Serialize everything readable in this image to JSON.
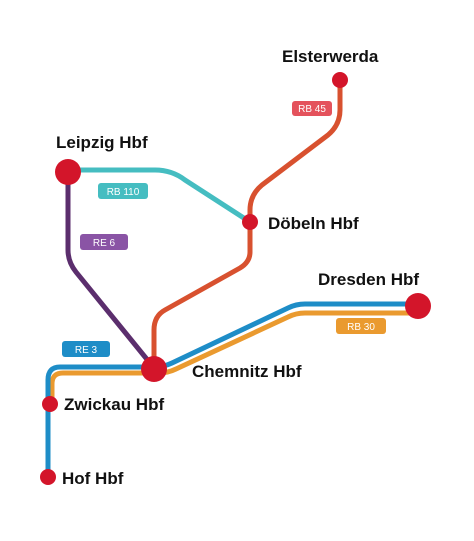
{
  "colors": {
    "background": "#ffffff",
    "station": "#d3152a",
    "label": "#111111",
    "rb45": "#d8512f",
    "rb110": "#45bdc1",
    "re6": "#5b2e6d",
    "re3": "#1e8dc7",
    "rb30": "#ea9a2f",
    "rb45_badge": "#e4525c",
    "re6_badge": "#8a54a5"
  },
  "stations": {
    "elsterwerda": "Elsterwerda",
    "leipzig": "Leipzig Hbf",
    "doebeln": "Döbeln Hbf",
    "dresden": "Dresden Hbf",
    "chemnitz": "Chemnitz Hbf",
    "zwickau": "Zwickau Hbf",
    "hof": "Hof Hbf"
  },
  "lines": {
    "rb45": "RB 45",
    "rb110": "RB 110",
    "re6": "RE 6",
    "re3": "RE 3",
    "rb30": "RB 30"
  }
}
